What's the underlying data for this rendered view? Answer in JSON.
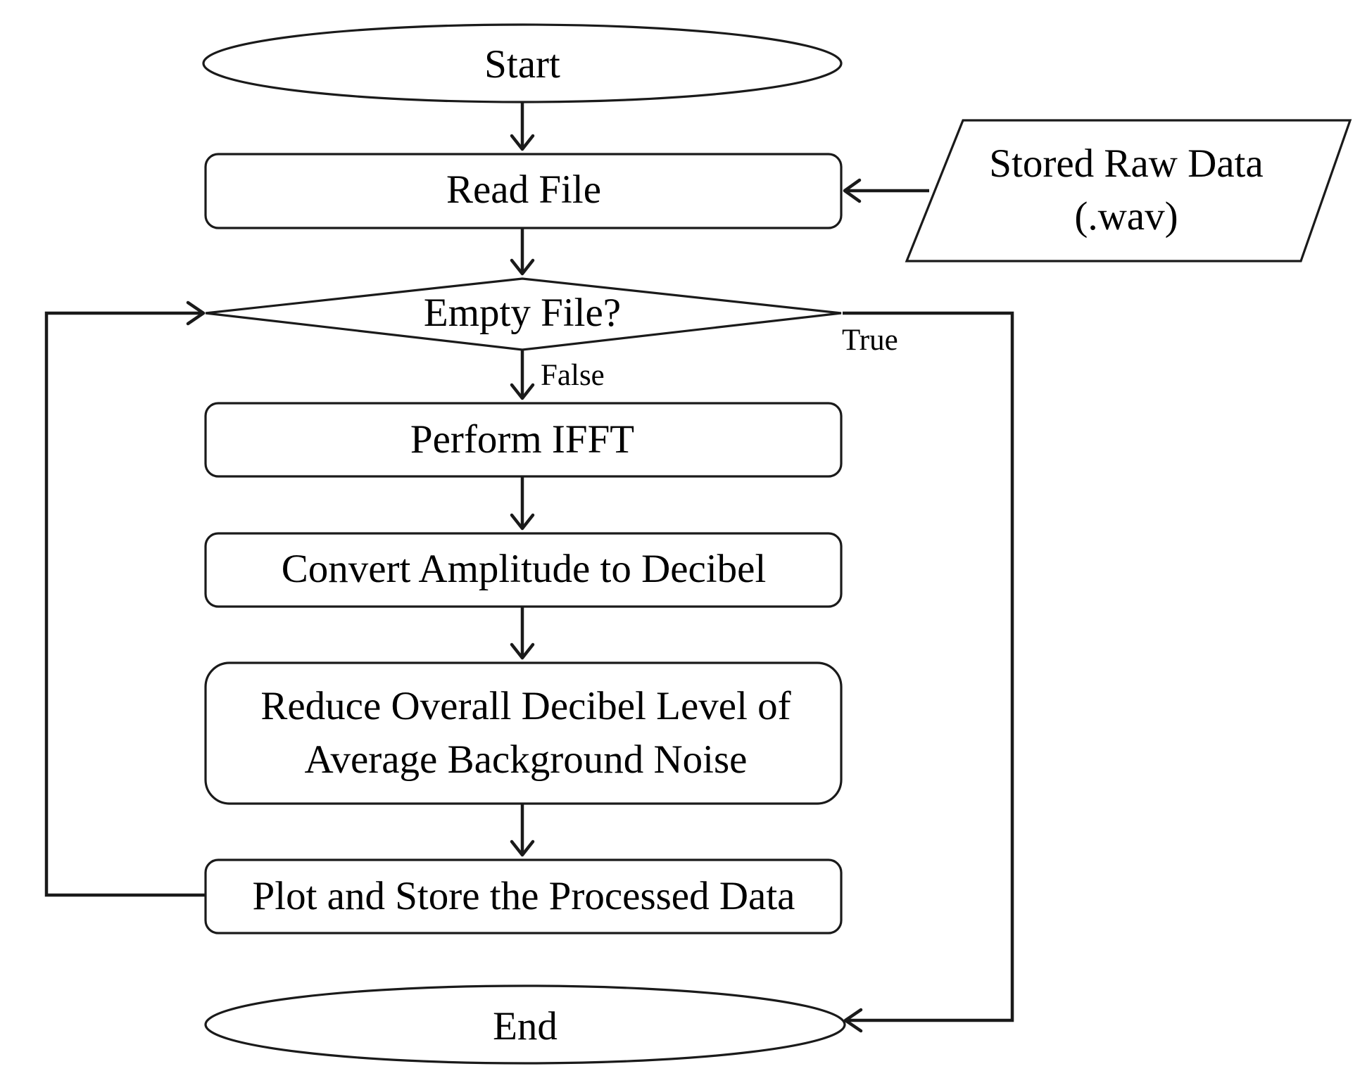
{
  "nodes": {
    "start": {
      "label": "Start"
    },
    "read_file": {
      "label": "Read File"
    },
    "stored_raw_data": {
      "line1": "Stored Raw Data",
      "line2": "(.wav)"
    },
    "empty_file": {
      "label": "Empty File?"
    },
    "perform_ifft": {
      "label": "Perform IFFT"
    },
    "convert": {
      "label": "Convert Amplitude to Decibel"
    },
    "reduce": {
      "line1": "Reduce Overall Decibel Level of",
      "line2": "Average Background Noise"
    },
    "plot_store": {
      "label": "Plot and Store the Processed Data"
    },
    "end": {
      "label": "End"
    }
  },
  "edges": {
    "false_label": "False",
    "true_label": "True"
  }
}
